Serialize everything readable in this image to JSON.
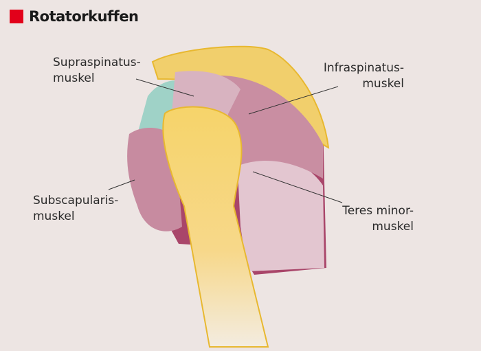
{
  "title": "Rotatorkuffen",
  "labels": {
    "supraspinatus": [
      "Supraspinatus-",
      "muskel"
    ],
    "infraspinatus": [
      "Infraspinatus-",
      "muskel"
    ],
    "subscapularis": [
      "Subscapularis-",
      "muskel"
    ],
    "teres_minor": [
      "Teres minor-",
      "muskel"
    ]
  },
  "colors": {
    "accent": "#e2001a",
    "muscle": "#b0506e",
    "bone": "#f3cf6a",
    "background": "#ede5e3"
  }
}
